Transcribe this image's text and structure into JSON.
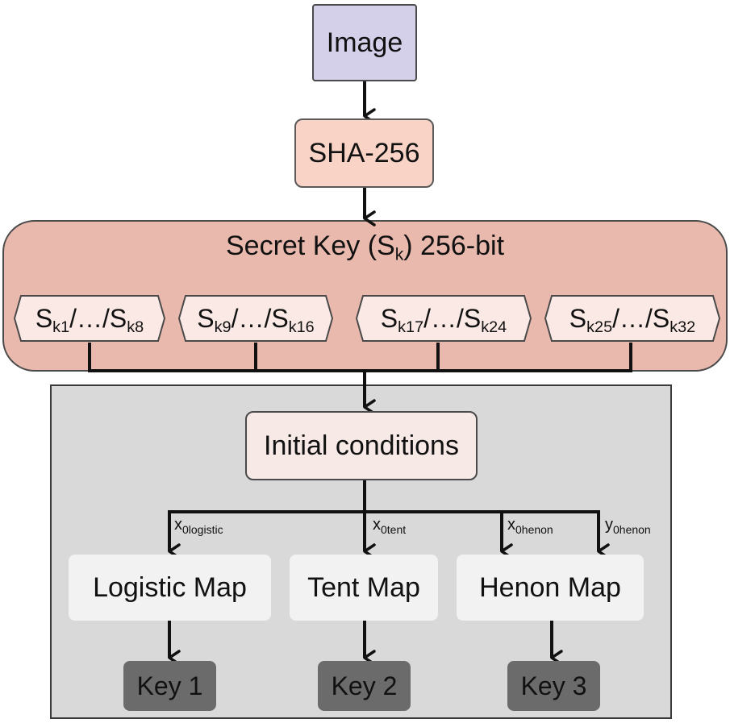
{
  "nodes": {
    "image": "Image",
    "sha": "SHA-256",
    "initial_conditions": "Initial conditions"
  },
  "secret_key": {
    "title_prefix": "Secret Key (S",
    "title_sub": "k",
    "title_suffix": ") 256-bit",
    "slots": [
      {
        "a": "S",
        "a_sub": "k1",
        "sep": "/…/",
        "b": "S",
        "b_sub": "k8"
      },
      {
        "a": "S",
        "a_sub": "k9",
        "sep": "/…/",
        "b": "S",
        "b_sub": "k16"
      },
      {
        "a": "S",
        "a_sub": "k17",
        "sep": "/…/",
        "b": "S",
        "b_sub": "k24"
      },
      {
        "a": "S",
        "a_sub": "k25",
        "sep": "/…/",
        "b": "S",
        "b_sub": "k32"
      }
    ]
  },
  "edge_labels": [
    {
      "base": "x",
      "sub": "0logistic"
    },
    {
      "base": "x",
      "sub": "0tent"
    },
    {
      "base": "x",
      "sub": "0henon"
    },
    {
      "base": "y",
      "sub": "0henon"
    }
  ],
  "maps": [
    "Logistic Map",
    "Tent Map",
    "Henon Map"
  ],
  "keys": [
    "Key 1",
    "Key 2",
    "Key 3"
  ],
  "colors": {
    "image_fill": "#d4d0ea",
    "sha_fill": "#f8d3c6",
    "secret_panel_fill": "#e9b9ad",
    "key_slot_fill": "#fbe9e5",
    "grey_panel_fill": "#d9d9d9",
    "initial_fill": "#f7e9e6",
    "map_fill": "#f2f2f2",
    "key_fill": "#6b6b6b",
    "line": "#111111"
  }
}
